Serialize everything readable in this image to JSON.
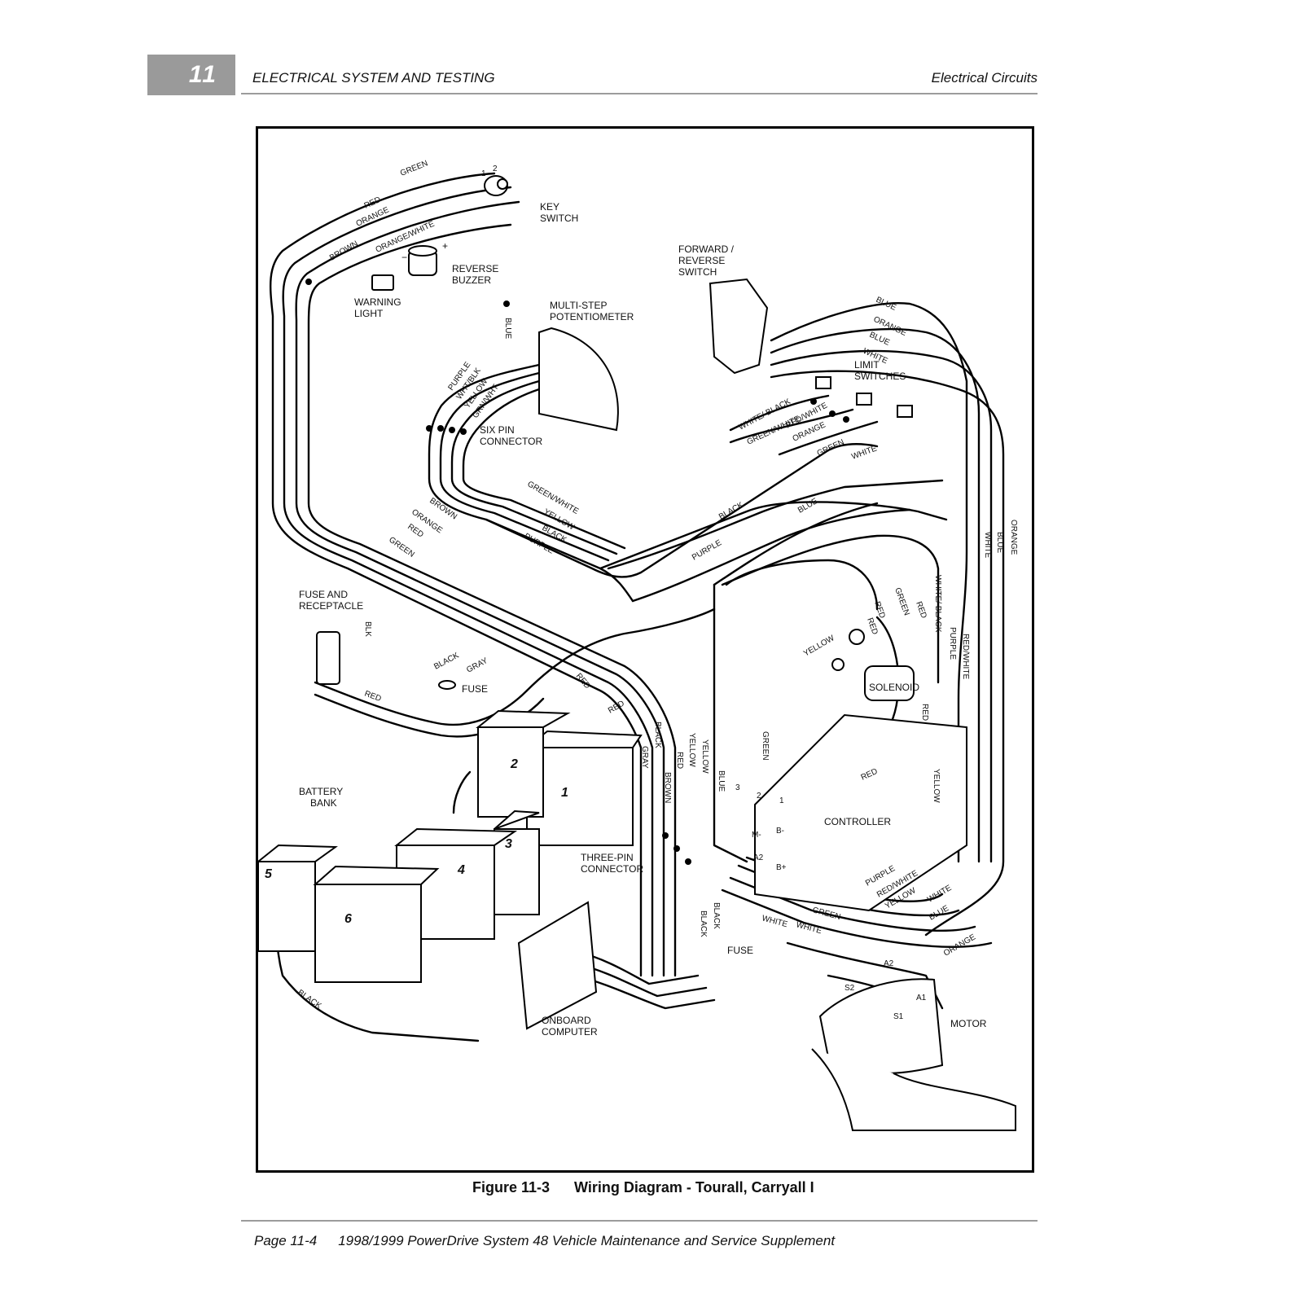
{
  "header": {
    "chapter_number": "11",
    "section_title": "ELECTRICAL SYSTEM AND TESTING",
    "topic": "Electrical Circuits"
  },
  "figure": {
    "number": "Figure 11-3",
    "title": "Wiring Diagram - Tourall, Carryall I"
  },
  "footer": {
    "page": "Page 11-4",
    "publication": "1998/1999 PowerDrive System 48 Vehicle Maintenance and Service Supplement"
  },
  "components": {
    "key_switch": [
      "KEY",
      "SWITCH"
    ],
    "reverse_buzzer": [
      "REVERSE",
      "BUZZER"
    ],
    "warning_light": [
      "WARNING",
      "LIGHT"
    ],
    "potentiometer": [
      "MULTI-STEP",
      "POTENTIOMETER"
    ],
    "six_pin": [
      "SIX PIN",
      "CONNECTOR"
    ],
    "fwd_rev_switch": [
      "FORWARD /",
      "REVERSE",
      "SWITCH"
    ],
    "limit_switches": [
      "LIMIT",
      "SWITCHES"
    ],
    "fuse_receptacle": [
      "FUSE AND",
      "RECEPTACLE"
    ],
    "battery_bank": [
      "BATTERY",
      "BANK"
    ],
    "three_pin": [
      "THREE-PIN",
      "CONNECTOR"
    ],
    "onboard_computer": [
      "ONBOARD",
      "COMPUTER"
    ],
    "solenoid": "SOLENOID",
    "controller": "CONTROLLER",
    "motor": "MOTOR",
    "fuse_inline": "FUSE",
    "fuse_lower": "FUSE"
  },
  "battery_numbers": [
    "1",
    "2",
    "3",
    "4",
    "5",
    "6"
  ],
  "terminals": {
    "m_minus": "M-",
    "b_minus": "B-",
    "b_plus": "B+",
    "a2_controller": "A2",
    "a2_motor": "A2",
    "a1": "A1",
    "s1": "S1",
    "s2": "S2",
    "t1": "1",
    "t2": "2",
    "t3": "3",
    "key_1": "1",
    "key_2": "2",
    "plus": "+",
    "minus": "−"
  },
  "wire_labels": {
    "green_top": "GREEN",
    "red_top": "RED",
    "orange_top": "ORANGE",
    "orange_white_top": "ORANGE/WHITE",
    "brown_top": "BROWN",
    "blue_key": "BLUE",
    "pot_purple": "PURPLE",
    "pot_whtblk": "WHT/BLK",
    "pot_yellow": "YELLOW",
    "pot_grnwht": "GRN/WHT",
    "fr_blue1": "BLUE",
    "fr_orange": "ORANGE",
    "fr_blue2": "BLUE",
    "fr_white": "WHITE",
    "ls_white_black": "WHITE/ BLACK",
    "ls_green_white": "GREEN/WHITE",
    "ls_red_white": "RED/WHITE",
    "ls_orange": "ORANGE",
    "ls_green": "GREEN",
    "ls_white": "WHITE",
    "h_brown": "BROWN",
    "h_orange": "ORANGE",
    "h_red": "RED",
    "h_green": "GREEN",
    "h_green_white": "GREEN/WHITE",
    "h_yellow": "YELLOW",
    "h_black": "BLACK",
    "h_purple": "PURPLE",
    "m_black": "BLACK",
    "m_blue": "BLUE",
    "m_purple": "PURPLE",
    "right_orange": "ORANGE",
    "right_blue": "BLUE",
    "right_white": "WHITE",
    "sol_red1": "RED",
    "sol_green": "GREEN",
    "sol_red2": "RED",
    "sol_red3": "RED",
    "sol_white_black": "WHITE/ BLACK",
    "sol_yellow": "YELLOW",
    "sol_purple": "PURPLE",
    "sol_red_white": "RED/WHITE",
    "sol_red_down": "RED",
    "blk_fuse": "BLK",
    "fuse_black": "BLACK",
    "fuse_gray": "GRAY",
    "fuse_red": "RED",
    "bat_red1": "RED",
    "bat_red2": "RED",
    "v_black": "BLACK",
    "v_gray": "GRAY",
    "v_red": "RED",
    "v_brown": "BROWN",
    "v_yellow1": "YELLOW",
    "v_yellow2": "YELLOW",
    "v_blue": "BLUE",
    "v_green": "GREEN",
    "c_red": "RED",
    "c_yellow": "YELLOW",
    "c_purple": "PURPLE",
    "c_red_white": "RED/WHITE",
    "c_yellow2": "YELLOW",
    "c_white": "WHITE",
    "c_blue": "BLUE",
    "c_green": "GREEN",
    "c_white2": "WHITE",
    "c_white3": "WHITE",
    "c_orange": "ORANGE",
    "low_black1": "BLACK",
    "low_black2": "BLACK",
    "bat_black": "BLACK"
  }
}
